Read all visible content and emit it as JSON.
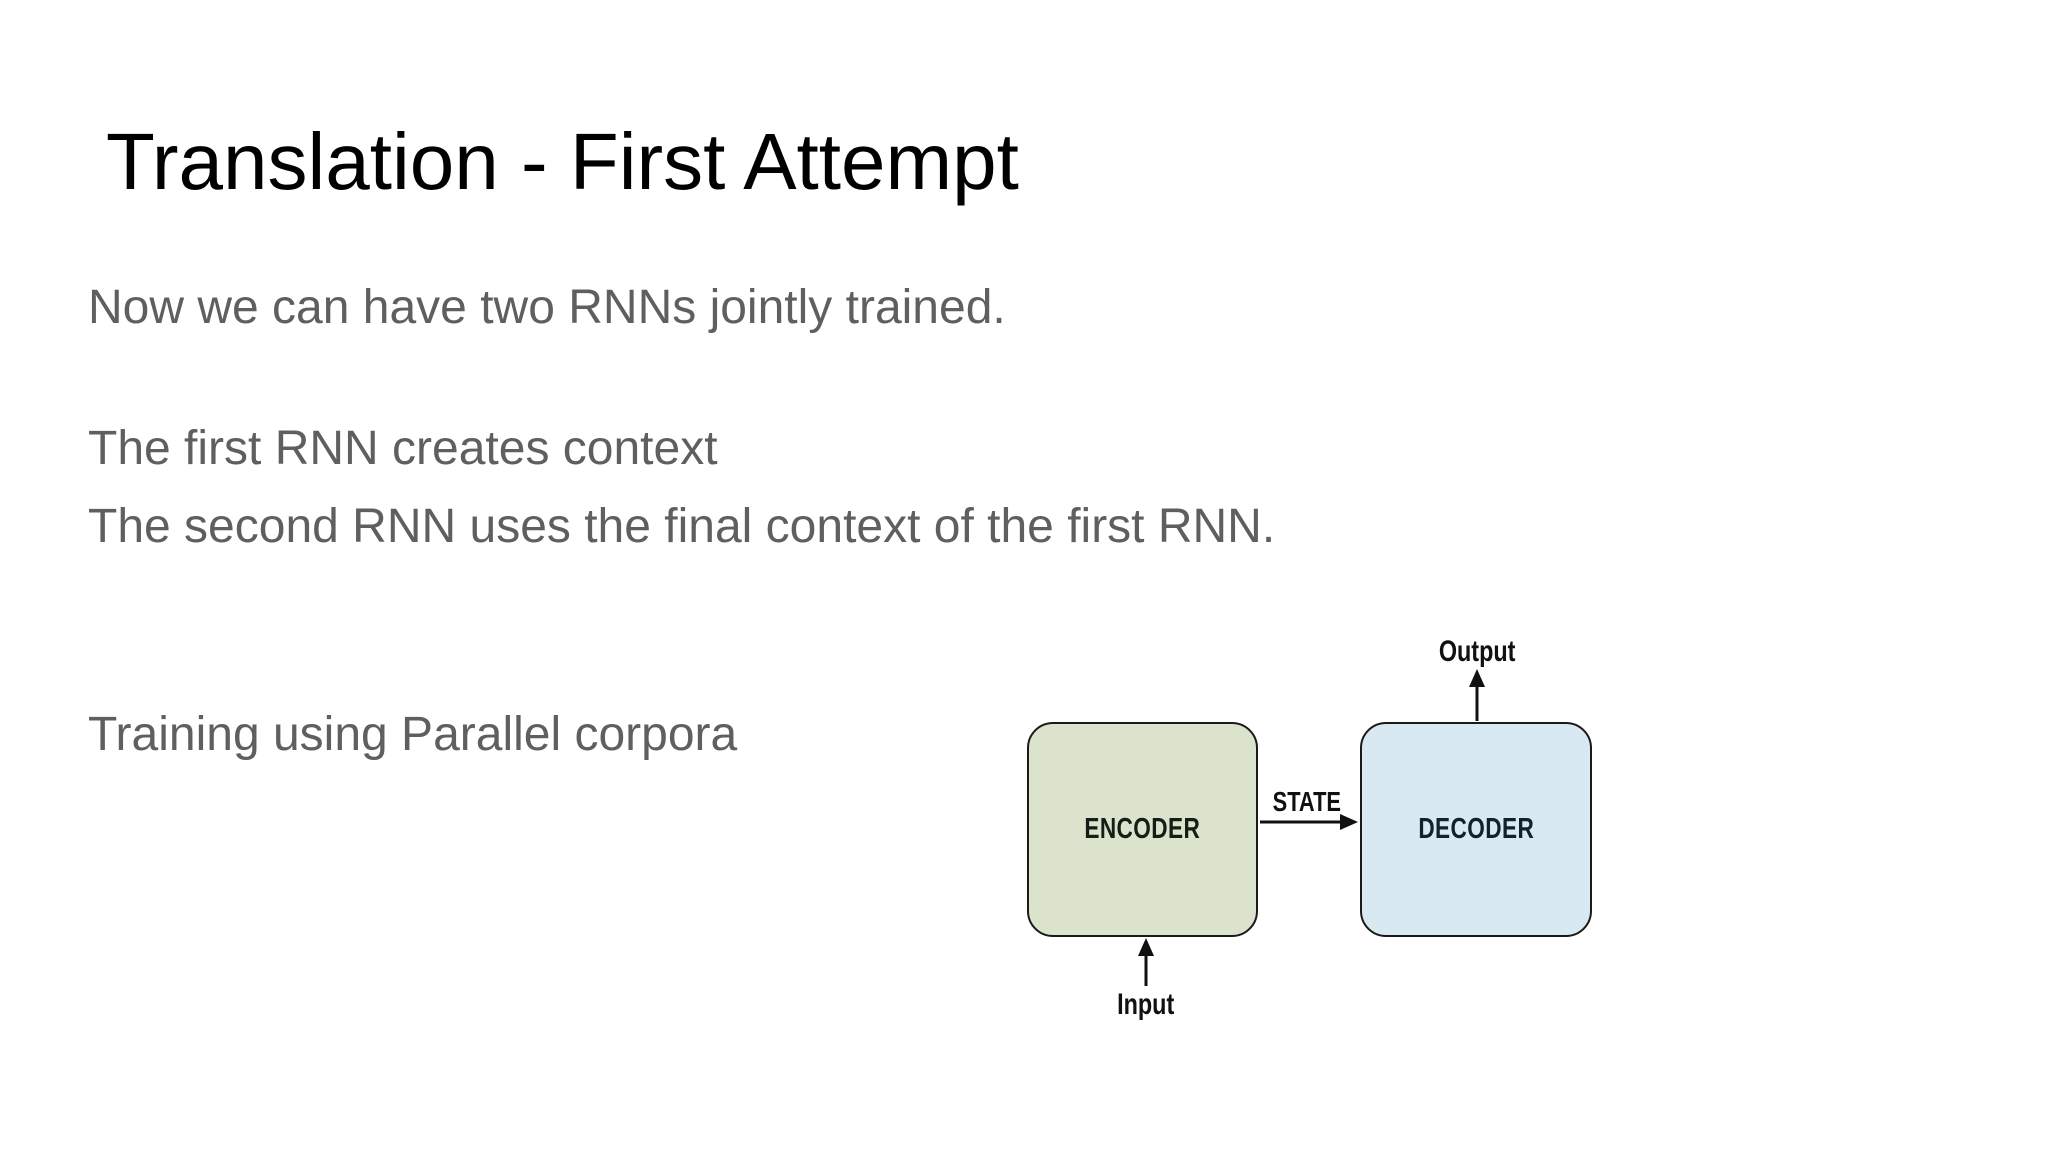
{
  "slide": {
    "title": "Translation - First Attempt",
    "body_lines": {
      "line1": "Now we can have two RNNs jointly trained.",
      "line2": "The first RNN creates context",
      "line3": "The second RNN uses the final context of the first RNN.",
      "line4": "Training using Parallel corpora"
    },
    "colors": {
      "background": "#ffffff",
      "title_text": "#000000",
      "body_text": "#5f5f5f"
    }
  },
  "diagram": {
    "encoder_label": "ENCODER",
    "decoder_label": "DECODER",
    "state_label": "STATE",
    "output_label": "Output",
    "input_label": "Input",
    "colors": {
      "encoder_fill": "#dce3cd",
      "decoder_fill": "#d9e9f2",
      "stroke": "#1a1a1a"
    }
  }
}
